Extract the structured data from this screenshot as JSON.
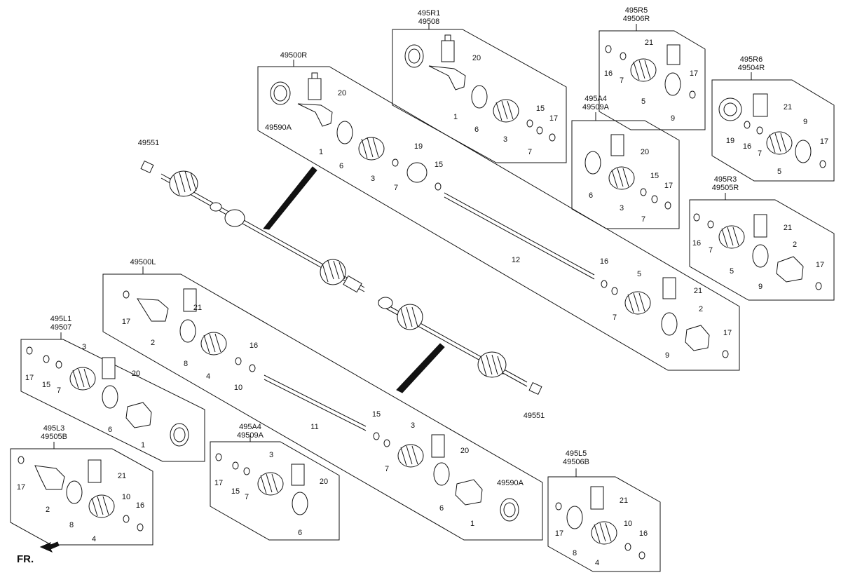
{
  "diagram": {
    "fr_label": "FR.",
    "group_labels": {
      "g_49500R": "49500R",
      "g_495R1": "495R1",
      "g_49508": "49508",
      "g_495R5": "495R5",
      "g_49506R": "49506R",
      "g_495R6": "495R6",
      "g_49504R": "49504R",
      "g_495A4_top": "495A4",
      "g_49509A_top": "49509A",
      "g_495R3": "495R3",
      "g_49505R": "49505R",
      "g_49500L": "49500L",
      "g_495L1": "495L1",
      "g_49507": "49507",
      "g_495L3": "495L3",
      "g_49505B": "49505B",
      "g_495A4_bot": "495A4",
      "g_49509A_bot": "49509A",
      "g_495L5": "495L5",
      "g_49506B": "49506B",
      "g_49551_top": "49551",
      "g_49551_bot": "49551",
      "g_49590A_r": "49590A",
      "g_49590A_l": "49590A"
    },
    "part_numbers": [
      "20",
      "1",
      "6",
      "3",
      "7",
      "19",
      "15",
      "12",
      "16",
      "5",
      "7",
      "21",
      "2",
      "9",
      "17",
      "20",
      "1",
      "6",
      "3",
      "15",
      "7",
      "17",
      "21",
      "16",
      "7",
      "5",
      "9",
      "17",
      "21",
      "19",
      "16",
      "7",
      "9",
      "5",
      "17",
      "20",
      "6",
      "15",
      "3",
      "7",
      "17",
      "16",
      "7",
      "21",
      "5",
      "2",
      "9",
      "17",
      "17",
      "21",
      "2",
      "8",
      "4",
      "16",
      "10",
      "3",
      "17",
      "15",
      "7",
      "20",
      "6",
      "1",
      "17",
      "21",
      "2",
      "8",
      "4",
      "10",
      "16",
      "3",
      "17",
      "15",
      "7",
      "20",
      "6",
      "11",
      "15",
      "3",
      "7",
      "20",
      "6",
      "1",
      "17",
      "21",
      "8",
      "4",
      "10",
      "16"
    ]
  }
}
